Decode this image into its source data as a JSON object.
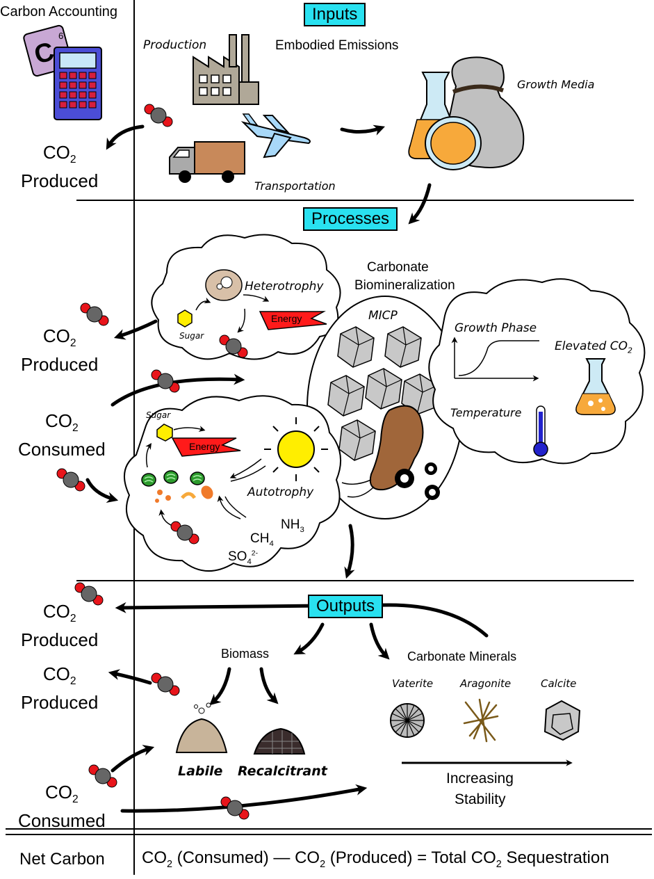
{
  "left": {
    "carbon_accounting": "Carbon Accounting",
    "calc_symbol": "C",
    "calc_number": "6",
    "co2": "CO",
    "co2_sub": "2",
    "produced": "Produced",
    "consumed": "Consumed",
    "net_carbon": "Net Carbon"
  },
  "inputs": {
    "header": "Inputs",
    "production": "Production",
    "embodied": "Embodied Emissions",
    "growth_media": "Growth Media",
    "transportation": "Transportation"
  },
  "processes": {
    "header": "Processes",
    "heterotrophy": "Heterotrophy",
    "sugar": "Sugar",
    "energy": "Energy",
    "carbonate_bio_1": "Carbonate",
    "carbonate_bio_2": "Biomineralization",
    "micp": "MICP",
    "growth_phase": "Growth Phase",
    "elevated": "Elevated CO",
    "temperature": "Temperature",
    "autotrophy": "Autotrophy",
    "ch4": "CH",
    "ch4_sub": "4",
    "nh3": "NH",
    "nh3_sub": "3",
    "so4": "SO",
    "so4_sub": "4",
    "so4_sup": "2-",
    "molecule_label": "CO",
    "molecule_sub": "2"
  },
  "outputs": {
    "header": "Outputs",
    "biomass": "Biomass",
    "carbonate_minerals": "Carbonate Minerals",
    "labile": "Labile",
    "recalcitrant": "Recalcitrant",
    "vaterite": "Vaterite",
    "aragonite": "Aragonite",
    "calcite": "Calcite",
    "increasing": "Increasing",
    "stability": "Stability"
  },
  "equation": {
    "co2": "CO",
    "sub": "2",
    "consumed": " (Consumed) — ",
    "produced": " (Produced) = Total CO",
    "sequestration": " Sequestration"
  },
  "colors": {
    "header_bg": "#29e1f0",
    "energy": "#ff1a1a",
    "sugar": "#ffee00",
    "sun": "#ffee00",
    "orange_liquid": "#f7a93b",
    "crystal": "#c8c8c8",
    "bacterium": "#a0663a",
    "cyano": "#2d9b2d"
  }
}
